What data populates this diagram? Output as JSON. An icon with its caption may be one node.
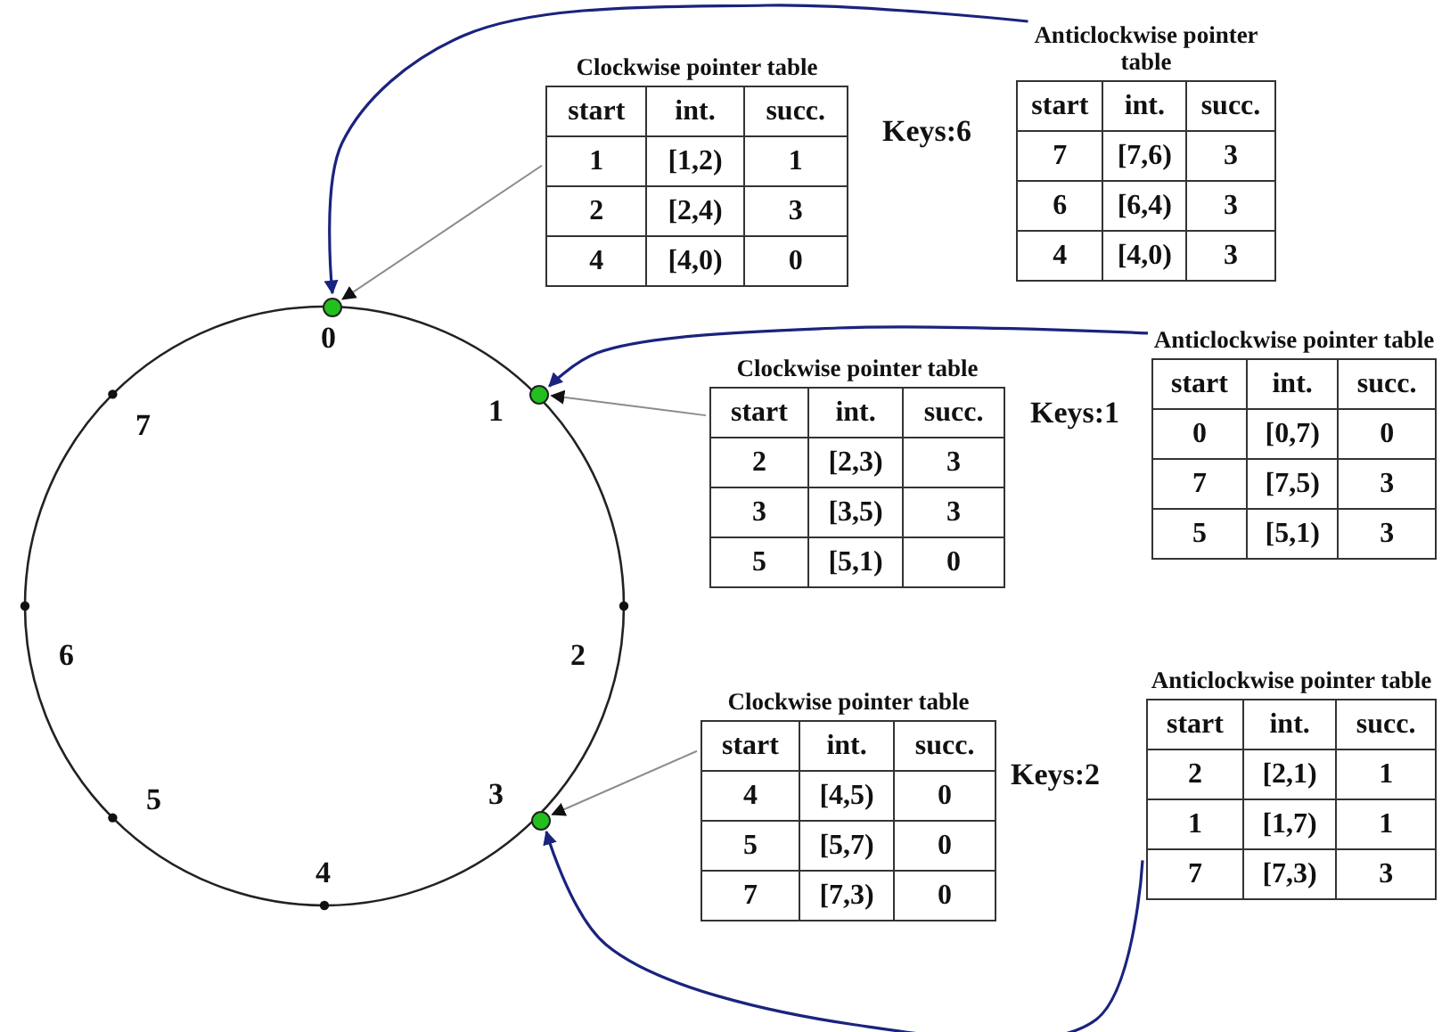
{
  "diagram": {
    "nodes": [
      {
        "text": [],
        "shape": "circle",
        "beside": [
          "0"
        ]
      },
      {
        "text": [
          "Clockwise pointer table"
        ]
      },
      {
        "text": [
          "Anticlockwise pointer table"
        ]
      },
      {
        "text": [],
        "shape": "circle",
        "beside": [
          "1"
        ]
      },
      {
        "text": [
          "Clockwise pointer table"
        ]
      },
      {
        "text": [
          "Anticlockwise pointer table"
        ]
      },
      {
        "text": [],
        "shape": "circle",
        "beside": [
          "3"
        ]
      },
      {
        "text": [
          "Clockwise pointer table"
        ]
      },
      {
        "text": [
          "Anticlockwise pointer table"
        ]
      }
    ],
    "edges": [
      {
        "from": 1,
        "to": 0,
        "arrow": "to",
        "color": "#8c8c8c"
      },
      {
        "from": 2,
        "to": 0,
        "arrow": "to",
        "color": "#1a237e"
      },
      {
        "from": 4,
        "to": 3,
        "arrow": "to",
        "color": "#8c8c8c"
      },
      {
        "from": 5,
        "to": 3,
        "arrow": "to",
        "color": "#1a237e"
      },
      {
        "from": 7,
        "to": 6,
        "arrow": "to",
        "color": "#8c8c8c"
      },
      {
        "from": 8,
        "to": 6,
        "arrow": "to",
        "color": "#1a237e"
      }
    ],
    "labels": [
      "start",
      "int.",
      "succ.",
      "1",
      "[1,2)",
      "1",
      "2",
      "[2,4)",
      "3",
      "4",
      "[4,0)",
      "0",
      "Keys:6",
      "start",
      "int.",
      "succ.",
      "7",
      "[7,6)",
      "3",
      "6",
      "[6,4)",
      "3",
      "4",
      "[4,0)",
      "3",
      "7",
      "start",
      "int.",
      "succ.",
      "2",
      "[2,3)",
      "3",
      "3",
      "[3,5)",
      "3",
      "5",
      "[5,1)",
      "0",
      "Keys:1",
      "start",
      "int.",
      "succ.",
      "0",
      "[0,7)",
      "0",
      "7",
      "[7,5)",
      "3",
      "5",
      "[5,1)",
      "3",
      "6",
      "2",
      "start",
      "int.",
      "succ.",
      "4",
      "[4,5)",
      "0",
      "5",
      "[5,7)",
      "0",
      "7",
      "[7,3)",
      "0",
      "Keys:2",
      "start",
      "int.",
      "succ.",
      "2",
      "[2,1)",
      "1",
      "1",
      "[1,7)",
      "1",
      "7",
      "[7,3)",
      "3",
      "5",
      "4"
    ]
  }
}
